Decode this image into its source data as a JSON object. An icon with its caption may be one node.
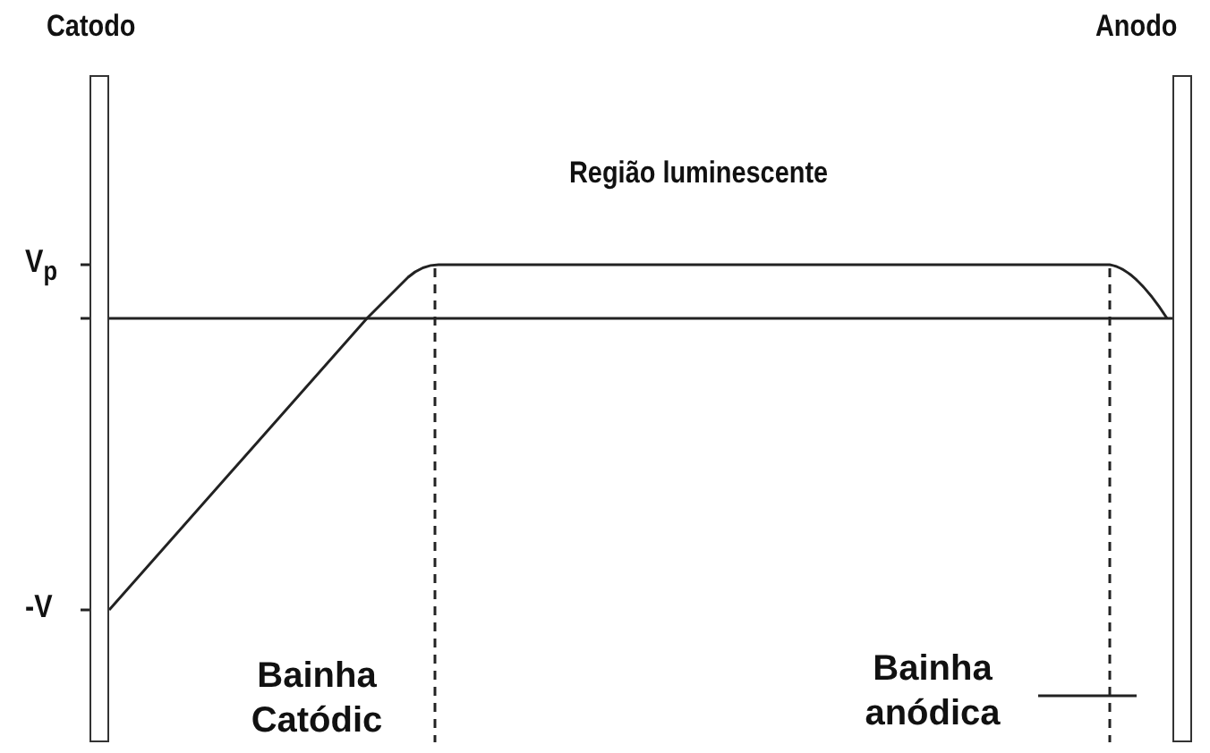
{
  "diagram": {
    "nodes": [
      {
        "text": [
          "Catodo"
        ]
      },
      {
        "text": [
          "Anodo"
        ]
      }
    ],
    "labels": [
      "Região luminescente",
      "V$_{p}$",
      "-V",
      "Bainha Catódic",
      "Bainha anódica"
    ]
  }
}
